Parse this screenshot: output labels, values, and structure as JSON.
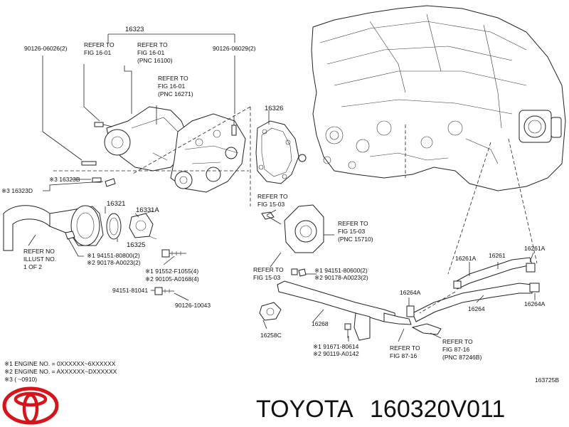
{
  "labels": {
    "p16323": "16323",
    "p90126_26": "90126-06026(2)",
    "ref1": [
      "REFER TO",
      "FIG 16-01"
    ],
    "ref2": [
      "REFER TO",
      "FIG 16-01",
      "(PNC 16100)"
    ],
    "p90126_29": "90126-06029(2)",
    "ref3": [
      "REFER TO",
      "FIG 16-01",
      "(PNC 16271)"
    ],
    "p16326": "16326",
    "p16323B": "※3 16323B",
    "p16323D": "※3 16323D",
    "p16321": "16321",
    "p16331A": "16331A",
    "p16325": "16325",
    "ref_illust": [
      "REFER NO",
      "ILLUST NO.",
      "1 OF 2"
    ],
    "m1a": "※1  94151-80800(2)",
    "m2a": "※2  90178-A0023(2)",
    "m1b": "※1 91552-F1055(4)",
    "m2b": "※2 90105-A0168(4)",
    "p94151_81041": "94151-81041",
    "p90126_10043": "90126-10043",
    "ref_15_03a": [
      "REFER TO",
      "FIG 15-03"
    ],
    "ref_15_03b": [
      "REFER TO",
      "FIG 15-03",
      "(PNC 15710)"
    ],
    "ref_15_03c": [
      "REFER TO",
      "FIG 15-03"
    ],
    "m1c": "※1  94151-80600(2)",
    "m2c": "※2  90178-A0023(2)",
    "p16261A_l": "16261A",
    "p16261": "16261",
    "p16261A_r": "16261A",
    "p16264A_t": "16264A",
    "p16264": "16264",
    "p16264A_r": "16264A",
    "p16268": "16268",
    "p16258C": "16258C",
    "m1d": "※1  91671-80614",
    "m2d": "※2  90119-A0142",
    "ref_87_16a": [
      "REFER TO",
      "FIG 87-16"
    ],
    "ref_87_16b": [
      "REFER TO",
      "FIG 87-16",
      "(PNC 87246B)"
    ],
    "fig_id": "163725B"
  },
  "notes": [
    "※1 ENGINE NO. = 0XXXXXX~6XXXXXX",
    "※2 ENGINE NO. = AXXXXXX~DXXXXXX",
    "※3 (        ~0910)"
  ],
  "brand": {
    "name": "TOYOTA",
    "part_number": "160320V011",
    "logo_color": "#d7141a"
  }
}
